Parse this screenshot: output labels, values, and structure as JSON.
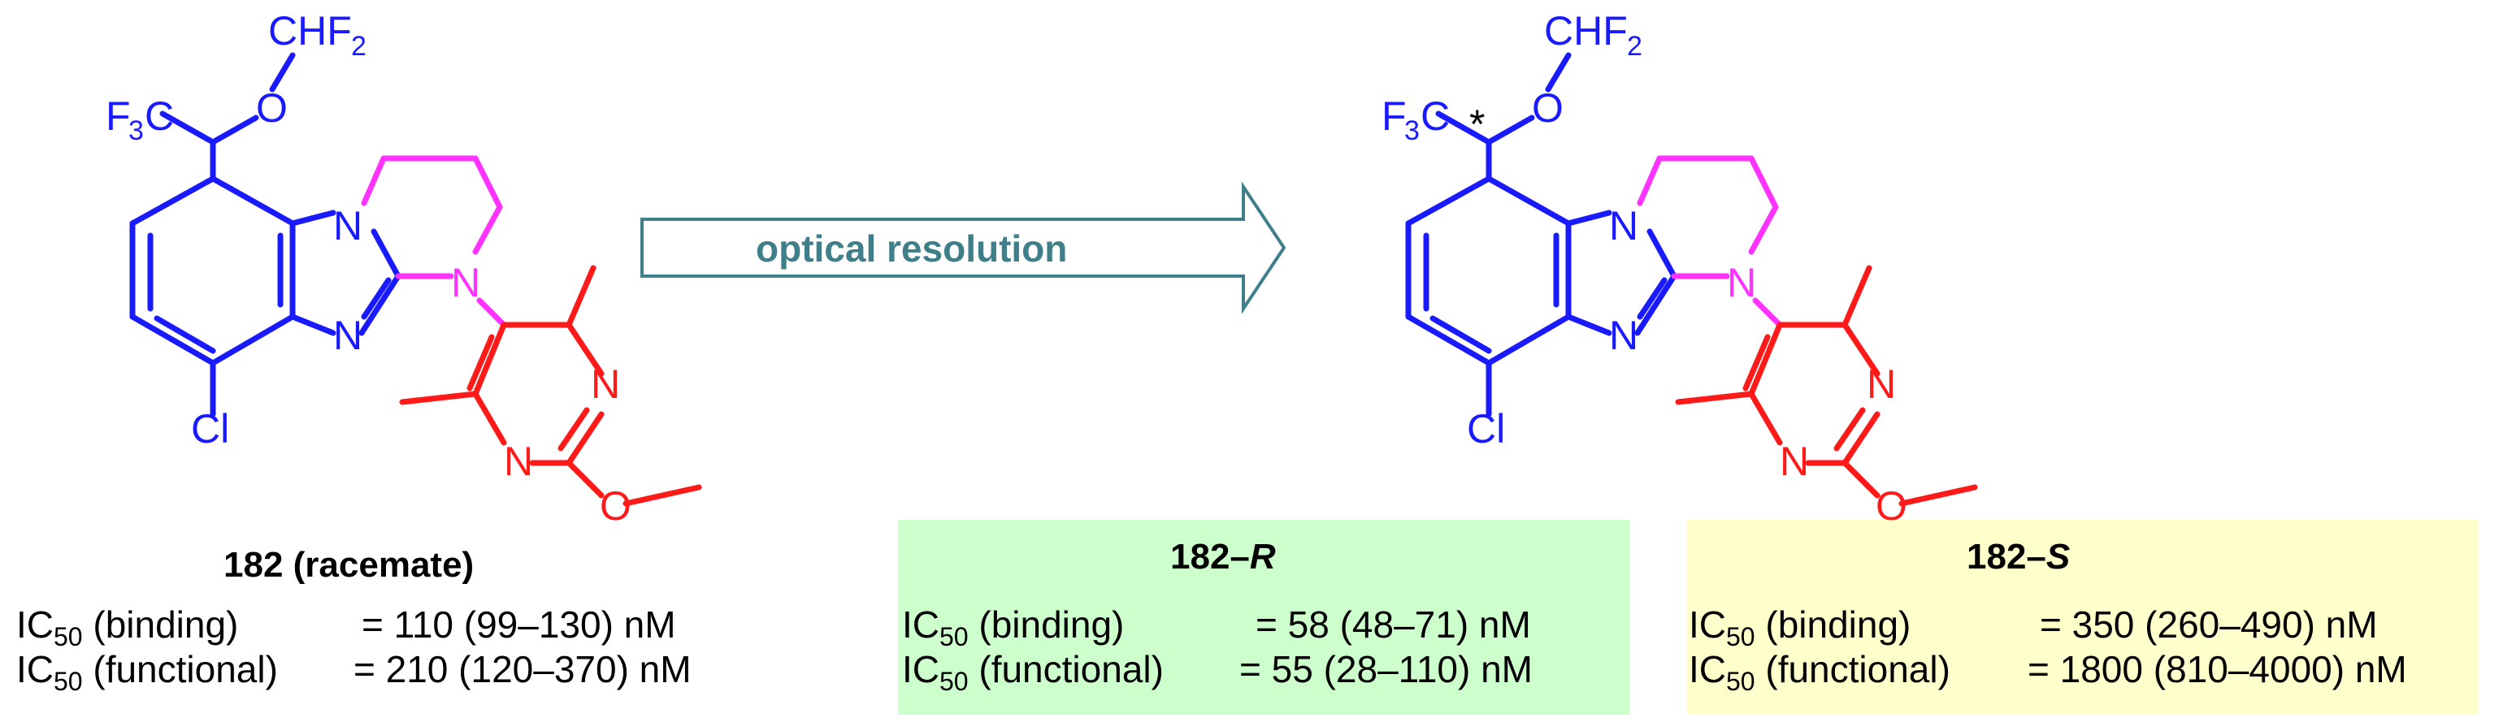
{
  "arrow": {
    "label": "optical resolution"
  },
  "atoms": {
    "chf2": "CHF",
    "chf2_sub": "2",
    "f3c_f": "F",
    "f3c_sub": "3",
    "f3c_c": "C",
    "o": "O",
    "n": "N",
    "cl": "Cl",
    "stereo_mark": "*"
  },
  "racemate": {
    "title": "182 (racemate)",
    "ic_prefix": "IC",
    "ic_sub": "50",
    "binding_label": " (binding)",
    "binding_value": "= 110 (99–130) nM",
    "functional_label": " (functional)",
    "functional_value": "= 210 (120–370) nM"
  },
  "r_isomer": {
    "title_num": "182–",
    "title_letter": "R",
    "ic_prefix": "IC",
    "ic_sub": "50",
    "binding_label": " (binding)",
    "binding_value": "= 58 (48–71) nM",
    "functional_label": " (functional)",
    "functional_value": "= 55 (28–110) nM",
    "box_color": "#ccffcc"
  },
  "s_isomer": {
    "title_num": "182–",
    "title_letter": "S",
    "ic_prefix": "IC",
    "ic_sub": "50",
    "binding_label": " (binding)",
    "binding_value": "= 350 (260–490) nM",
    "functional_label": " (functional)",
    "functional_value": "= 1800 (810–4000) nM",
    "box_color": "#ffffcc"
  },
  "colors": {
    "benzimidazole": "#1a1aff",
    "pyrimidine": "#ff1a1a",
    "linker": "#ff33ff",
    "arrow_stroke": "#3f7f8a"
  }
}
